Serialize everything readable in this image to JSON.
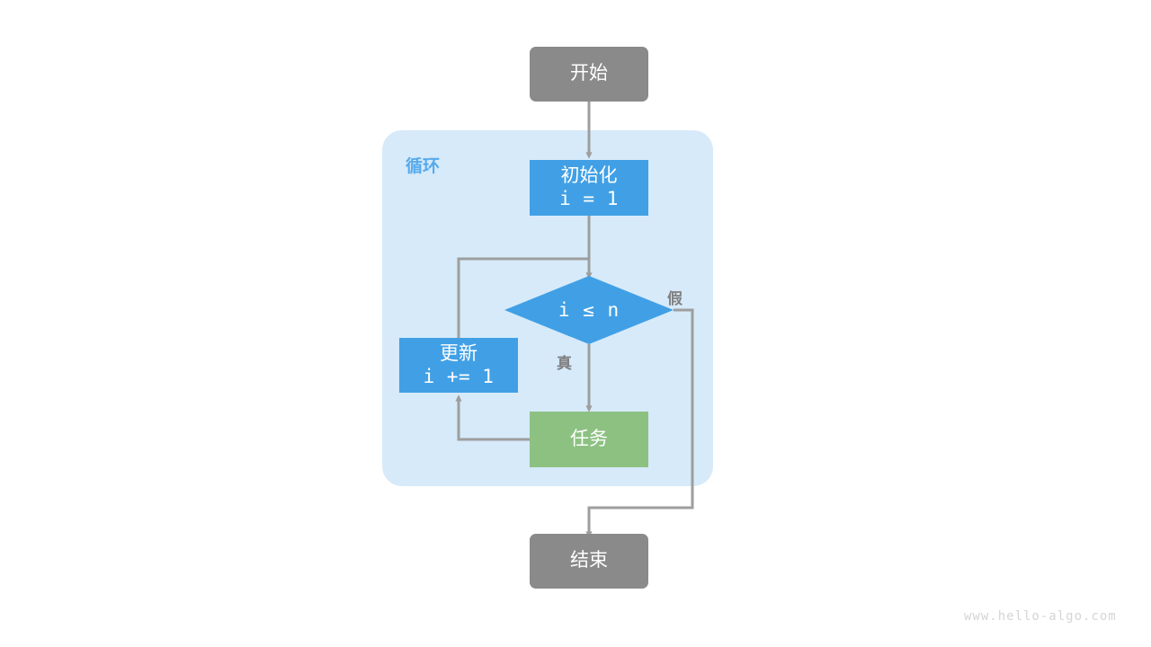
{
  "diagram": {
    "title_watermark": "www.hello-algo.com",
    "group": {
      "label": "循环",
      "color": "#d6eafa",
      "label_color": "#56aaec"
    },
    "colors": {
      "terminal": "#8a8a8a",
      "process": "#41a0e5",
      "task": "#8cc182",
      "connector": "#9e9e9e",
      "group_bg": "#d6eafa",
      "background": "#ffffff"
    },
    "nodes": {
      "start": {
        "label": "开始",
        "shape": "rounded-rect",
        "fill": "#8a8a8a"
      },
      "init": {
        "label": "初始化",
        "code": "i = 1",
        "shape": "rect",
        "fill": "#41a0e5"
      },
      "condition": {
        "label": "i ≤ n",
        "shape": "diamond",
        "fill": "#41a0e5"
      },
      "update": {
        "label": "更新",
        "code": "i += 1",
        "shape": "rect",
        "fill": "#41a0e5"
      },
      "task": {
        "label": "任务",
        "shape": "rect",
        "fill": "#8cc182"
      },
      "end": {
        "label": "结束",
        "shape": "rounded-rect",
        "fill": "#8a8a8a"
      }
    },
    "edges": {
      "true_label": "真",
      "false_label": "假"
    }
  }
}
